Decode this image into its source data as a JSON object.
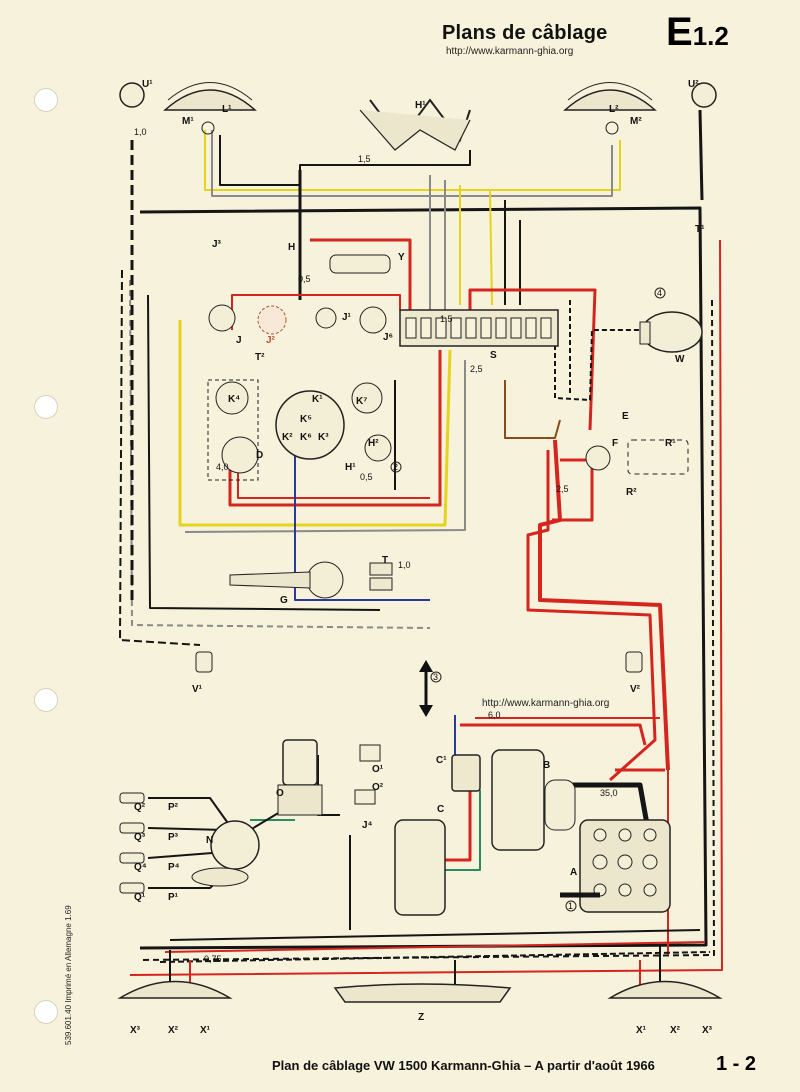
{
  "header": {
    "title": "Plans de câblage",
    "url": "http://www.karmann-ghia.org",
    "section": "E",
    "section_sub": "1.2"
  },
  "watermark_url": "http://www.karmann-ghia.org",
  "footer": {
    "caption": "Plan de câblage VW 1500 Karmann-Ghia – A partir d'août 1966",
    "page_number": "1 - 2"
  },
  "print_code": "539.601.40 Imprimé en Allemagne 1.69",
  "colors": {
    "paper": "#f7f2dc",
    "wire_red": "#d4261f",
    "wire_black": "#151515",
    "wire_yellow": "#e6d31c",
    "wire_green": "#2a8a62",
    "wire_blue": "#2a3a9a",
    "wire_gray": "#8a8a8a",
    "wire_brown": "#8a4a1c"
  },
  "components": {
    "U1": "U¹",
    "L1": "L¹",
    "M1": "M¹",
    "H1": "H¹",
    "L2": "L²",
    "M2": "M²",
    "U2": "U²",
    "T1": "T¹",
    "J3": "J³",
    "H": "H",
    "Y": "Y",
    "J": "J",
    "J2": "J²",
    "J1": "J¹",
    "J6": "J⁶",
    "S": "S",
    "W": "W",
    "E": "E",
    "T2": "T²",
    "K4": "K⁴",
    "K1": "K¹",
    "K7": "K⁷",
    "K5": "K⁵",
    "K2": "K²",
    "K6": "K⁶",
    "K3": "K³",
    "H2": "H²",
    "Hh": "H¹",
    "D": "D",
    "F": "F",
    "R1": "R¹",
    "R2": "R²",
    "G": "G",
    "T": "T",
    "V1": "V¹",
    "V2": "V²",
    "O": "O",
    "O1": "O¹",
    "O2": "O²",
    "C1": "C¹",
    "B": "B",
    "C": "C",
    "J4": "J⁴",
    "A": "A",
    "N": "N",
    "Q2": "Q²",
    "P2": "P²",
    "Q3": "Q³",
    "P3": "P³",
    "Q4": "Q⁴",
    "P4": "P⁴",
    "Q1": "Q¹",
    "P1": "P¹",
    "X3": "X³",
    "X2": "X²",
    "X1": "X¹",
    "Z": "Z"
  },
  "wire_sizes": [
    "1,0",
    "1,5",
    "0,5",
    "2,5",
    "4,0",
    "6,0",
    "0,75",
    "35,0",
    "1,5",
    "0,5",
    "1,0",
    "2,5"
  ],
  "markers": [
    "1",
    "2",
    "3",
    "4"
  ]
}
